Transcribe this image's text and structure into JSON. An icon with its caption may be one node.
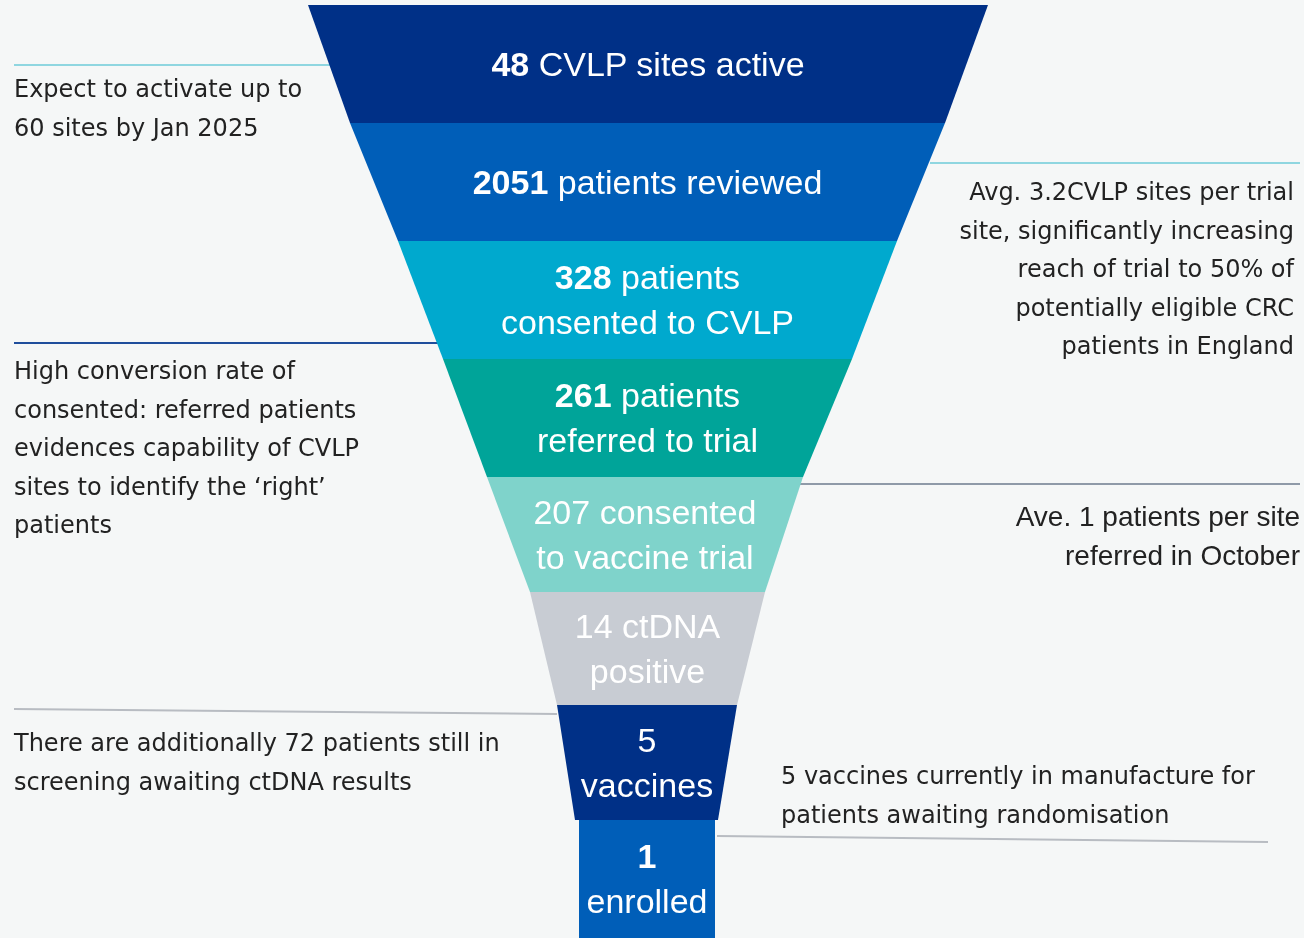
{
  "diagram": {
    "nodes": [
      {
        "text": [
          "**48** CVLP sites active"
        ]
      },
      {
        "text": [
          "**2051** patients reviewed"
        ]
      },
      {
        "text": [
          "**328** patients consented to CVLP"
        ]
      },
      {
        "text": [
          "**261** patients referred to trial"
        ]
      },
      {
        "text": [
          "207 consented to vaccine trial"
        ]
      },
      {
        "text": [
          "14 ctDNA positive"
        ]
      },
      {
        "text": [
          "5 vaccines"
        ]
      },
      {
        "text": [
          "**1** enrolled"
        ]
      }
    ],
    "labels": [
      "Expect to activate up to 60 sites by Jan 2025",
      "Avg. 3.2CVLP sites per trial site, significantly increasing reach of trial to 50% of potentially eligible CRC patients in England",
      "High conversion rate of consented: referred patients evidences capability of CVLP sites to identify the ‘right’ patients",
      "Ave. 1 patients per site referred in October",
      "There are additionally 72 patients still in screening awaiting ctDNA results",
      "5 vaccines currently in manufacture for patients awaiting randomisation"
    ]
  }
}
